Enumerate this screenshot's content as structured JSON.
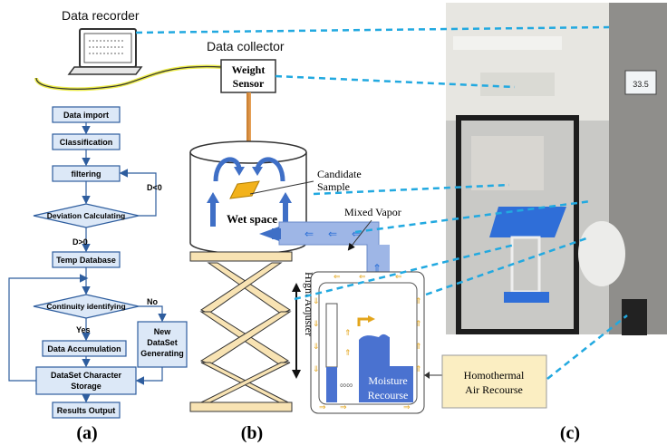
{
  "labels": {
    "data_recorder": "Data recorder",
    "data_collector": "Data collector",
    "weight_sensor_line1": "Weight",
    "weight_sensor_line2": "Sensor",
    "candidate_line1": "Candidate",
    "candidate_line2": "Sample",
    "wet_space": "Wet space",
    "mixed_vapor": "Mixed Vapor",
    "hight_adjuster": "Hight Adjuster",
    "moisture_line1": "Moisture",
    "moisture_line2": "Recourse",
    "homothermal_line1": "Homothermal",
    "homothermal_line2": "Air Recourse"
  },
  "flowchart": {
    "data_import": "Data import",
    "classification": "Classification",
    "filtering": "filtering",
    "deviation": "Deviation Calculating",
    "d_less": "D<0",
    "d_greater": "D>0",
    "temp_database": "Temp Database",
    "continuity": "Continuity identifying",
    "no": "No",
    "yes": "Yes",
    "data_accumulation": "Data Accumulation",
    "new_dataset_line1": "New",
    "new_dataset_line2": "DataSet",
    "new_dataset_line3": "Generating",
    "storage_line1": "DataSet Character",
    "storage_line2": "Storage",
    "results_output": "Results Output"
  },
  "panels": {
    "a": "(a)",
    "b": "(b)",
    "c": "(c)"
  },
  "colors": {
    "flow_fill": "#dce8f7",
    "flow_stroke": "#2e5d9e",
    "arrow_blue": "#3f6fc6",
    "water_blue": "#4a72d0",
    "duct_blue": "#9eb6e6",
    "scissor_fill": "#f8e3b3",
    "box_yellow": "#fbeec2",
    "dash_cyan": "#22a9e0",
    "small_arrow": "#e3a51b"
  },
  "photo": {
    "display_reading": "33.5"
  }
}
